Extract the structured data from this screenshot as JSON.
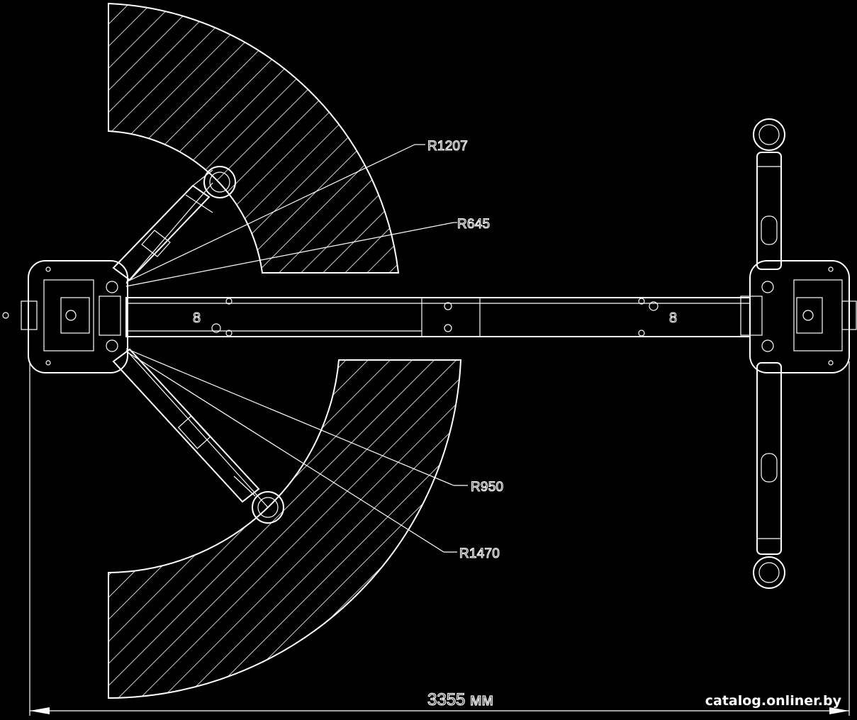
{
  "diagram": {
    "radius_labels": {
      "r1207": "R1207",
      "r645": "R645",
      "r950": "R950",
      "r1470": "R1470"
    },
    "dimension": "3355 мм",
    "watermark": "catalog.onliner.by",
    "colors": {
      "background": "#000000",
      "line": "#ffffff"
    }
  }
}
